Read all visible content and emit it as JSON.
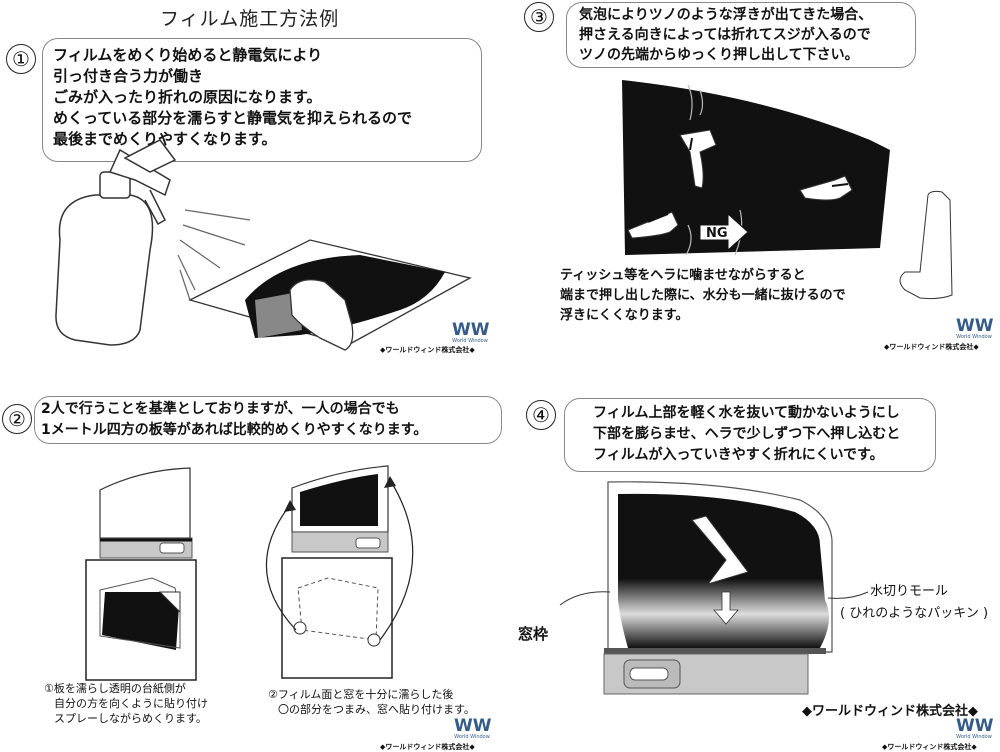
{
  "title": "フィルム施工方法例",
  "steps": [
    {
      "number": "①",
      "lines": [
        "フィルムをめくり始めると静電気により",
        "引っ付き合う力が働き",
        "ごみが入ったり折れの原因になります。",
        "めくっている部分を濡らすと静電気を抑えられるので",
        "最後までめくりやすくなります。"
      ]
    },
    {
      "number": "③",
      "lines": [
        "気泡によりツノのような浮きが出てきた場合、",
        "押さえる向きによっては折れてスジが入るので",
        "ツノの先端からゆっくり押し出して下さい。"
      ]
    },
    {
      "number": "②",
      "lines": [
        "2人で行うことを基準としておりますが、一人の場合でも",
        "1メートル四方の板等があれば比較的めくりやすくなります。"
      ]
    },
    {
      "number": "④",
      "lines": [
        "フィルム上部を軽く水を抜いて動かないようにし",
        "下部を膨らませ、ヘラで少しずつ下へ押し込むと",
        "フィルムが入っていきやすく折れにくいです。"
      ]
    }
  ],
  "step3_note": [
    "ティッシュ等をヘラに噛ませながらすると",
    "端まで押し出した際に、水分も一緒に抜けるので",
    "浮きにくくなります。"
  ],
  "ng_label": "NG",
  "step2_captions": {
    "left": [
      "①板を濡らし透明の台紙側が",
      "自分の方を向くように貼り付け",
      "スプレーしながらめくります。"
    ],
    "right": [
      "②フィルム面と窓を十分に濡らした後",
      "〇の部分をつまみ、窓へ貼り付けます。"
    ]
  },
  "step4_labels": {
    "window_frame": "窓枠",
    "molding": "水切りモール",
    "molding_note": "( ひれのようなパッキン )"
  },
  "logo": {
    "mark": "WW",
    "sub": "World Window"
  },
  "company": "◆ワールドウィンド株式会社◆",
  "colors": {
    "black": "#111111",
    "gray": "#c8c8c8",
    "border": "#888888"
  }
}
